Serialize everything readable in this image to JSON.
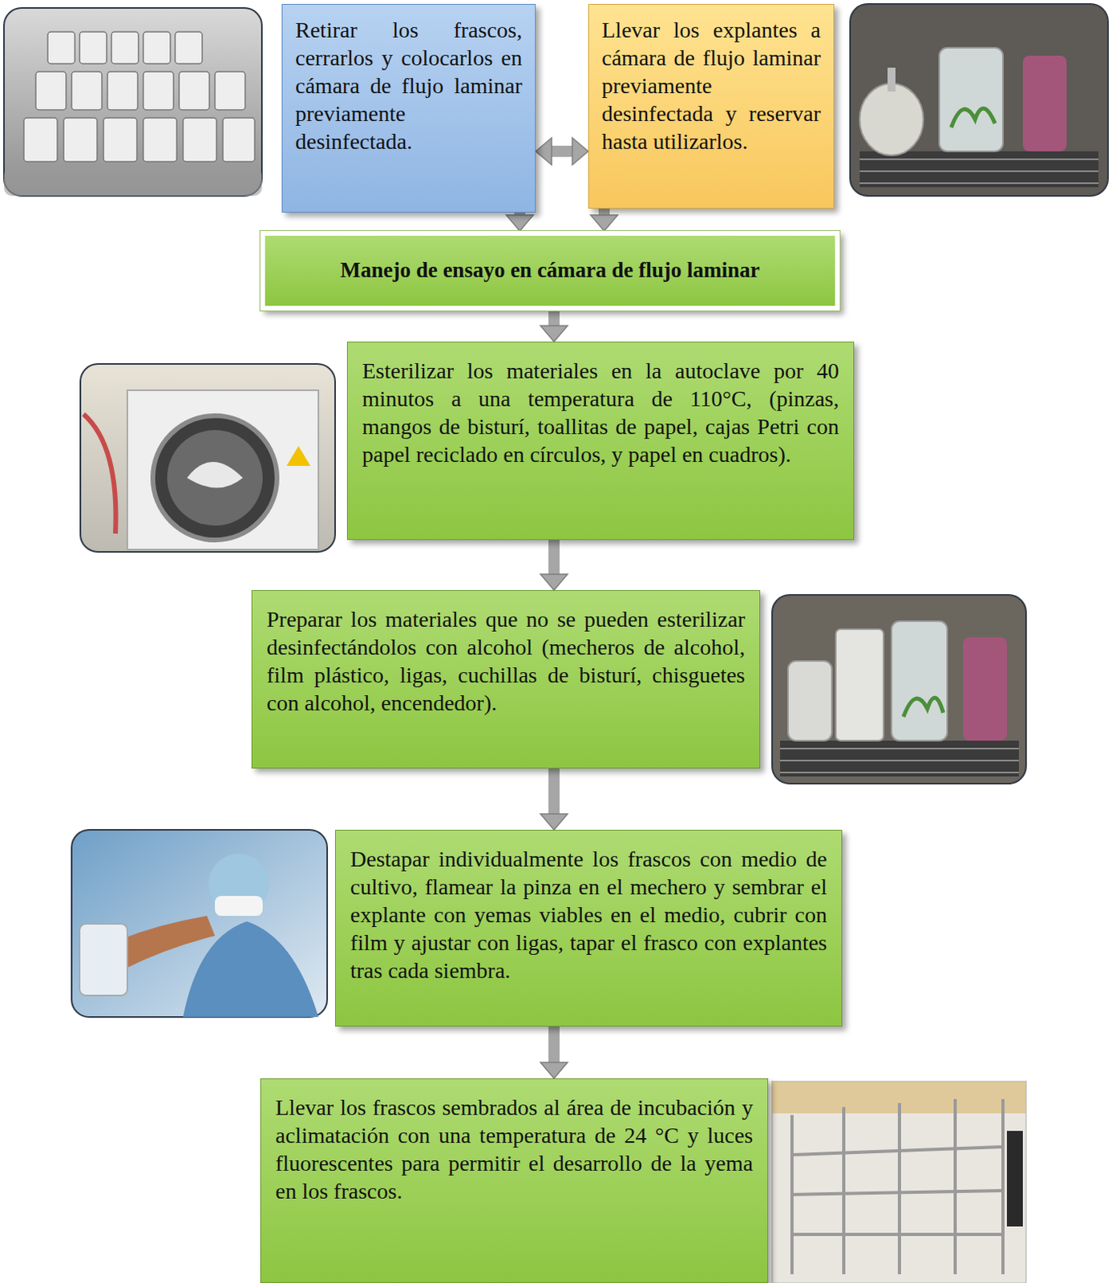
{
  "diagram": {
    "nodes": [
      {
        "text": [
          "Retirar los frascos, cerrarlos y colocarlos en cámara de flujo laminar previamente desinfectada."
        ]
      },
      {
        "text": [
          "Llevar los explantes a cámara de flujo laminar previamente desinfectada y reservar hasta utilizarlos."
        ]
      },
      {
        "text": [
          "Manejo de ensayo en cámara de flujo laminar"
        ]
      },
      {
        "text": [
          "Esterilizar los materiales en la autoclave por 40 minutos a una temperatura de 110°C, (pinzas, mangos de bisturí, toallitas de papel, cajas Petri con papel reciclado en círculos, y papel en cuadros)."
        ]
      },
      {
        "text": [
          "Preparar los materiales que no se pueden esterilizar desinfectándolos con alcohol (mecheros de alcohol, film plástico, ligas, cuchillas de bisturí, chisguetes con alcohol, encendedor)."
        ]
      },
      {
        "text": [
          "Destapar individualmente los frascos con medio de cultivo, flamear la pinza en el mechero y sembrar el explante con yemas viables en el medio, cubrir con film y ajustar con ligas, tapar el frasco con explantes tras cada siembra."
        ]
      },
      {
        "text": [
          "Llevar los frascos sembrados al área de incubación y aclimatación con una temperatura de 24 °C y luces fluorescentes para permitir el desarrollo de la yema en los frascos."
        ]
      }
    ],
    "edges": [
      {
        "from": 0,
        "to": 1,
        "arrow": "both"
      },
      {
        "from": 0,
        "to": 2,
        "arrow": "to"
      },
      {
        "from": 1,
        "to": 2,
        "arrow": "to"
      },
      {
        "from": 2,
        "to": 3,
        "arrow": "to"
      },
      {
        "from": 3,
        "to": 4,
        "arrow": "to"
      },
      {
        "from": 4,
        "to": 5,
        "arrow": "to"
      },
      {
        "from": 5,
        "to": 6,
        "arrow": "to"
      }
    ]
  }
}
